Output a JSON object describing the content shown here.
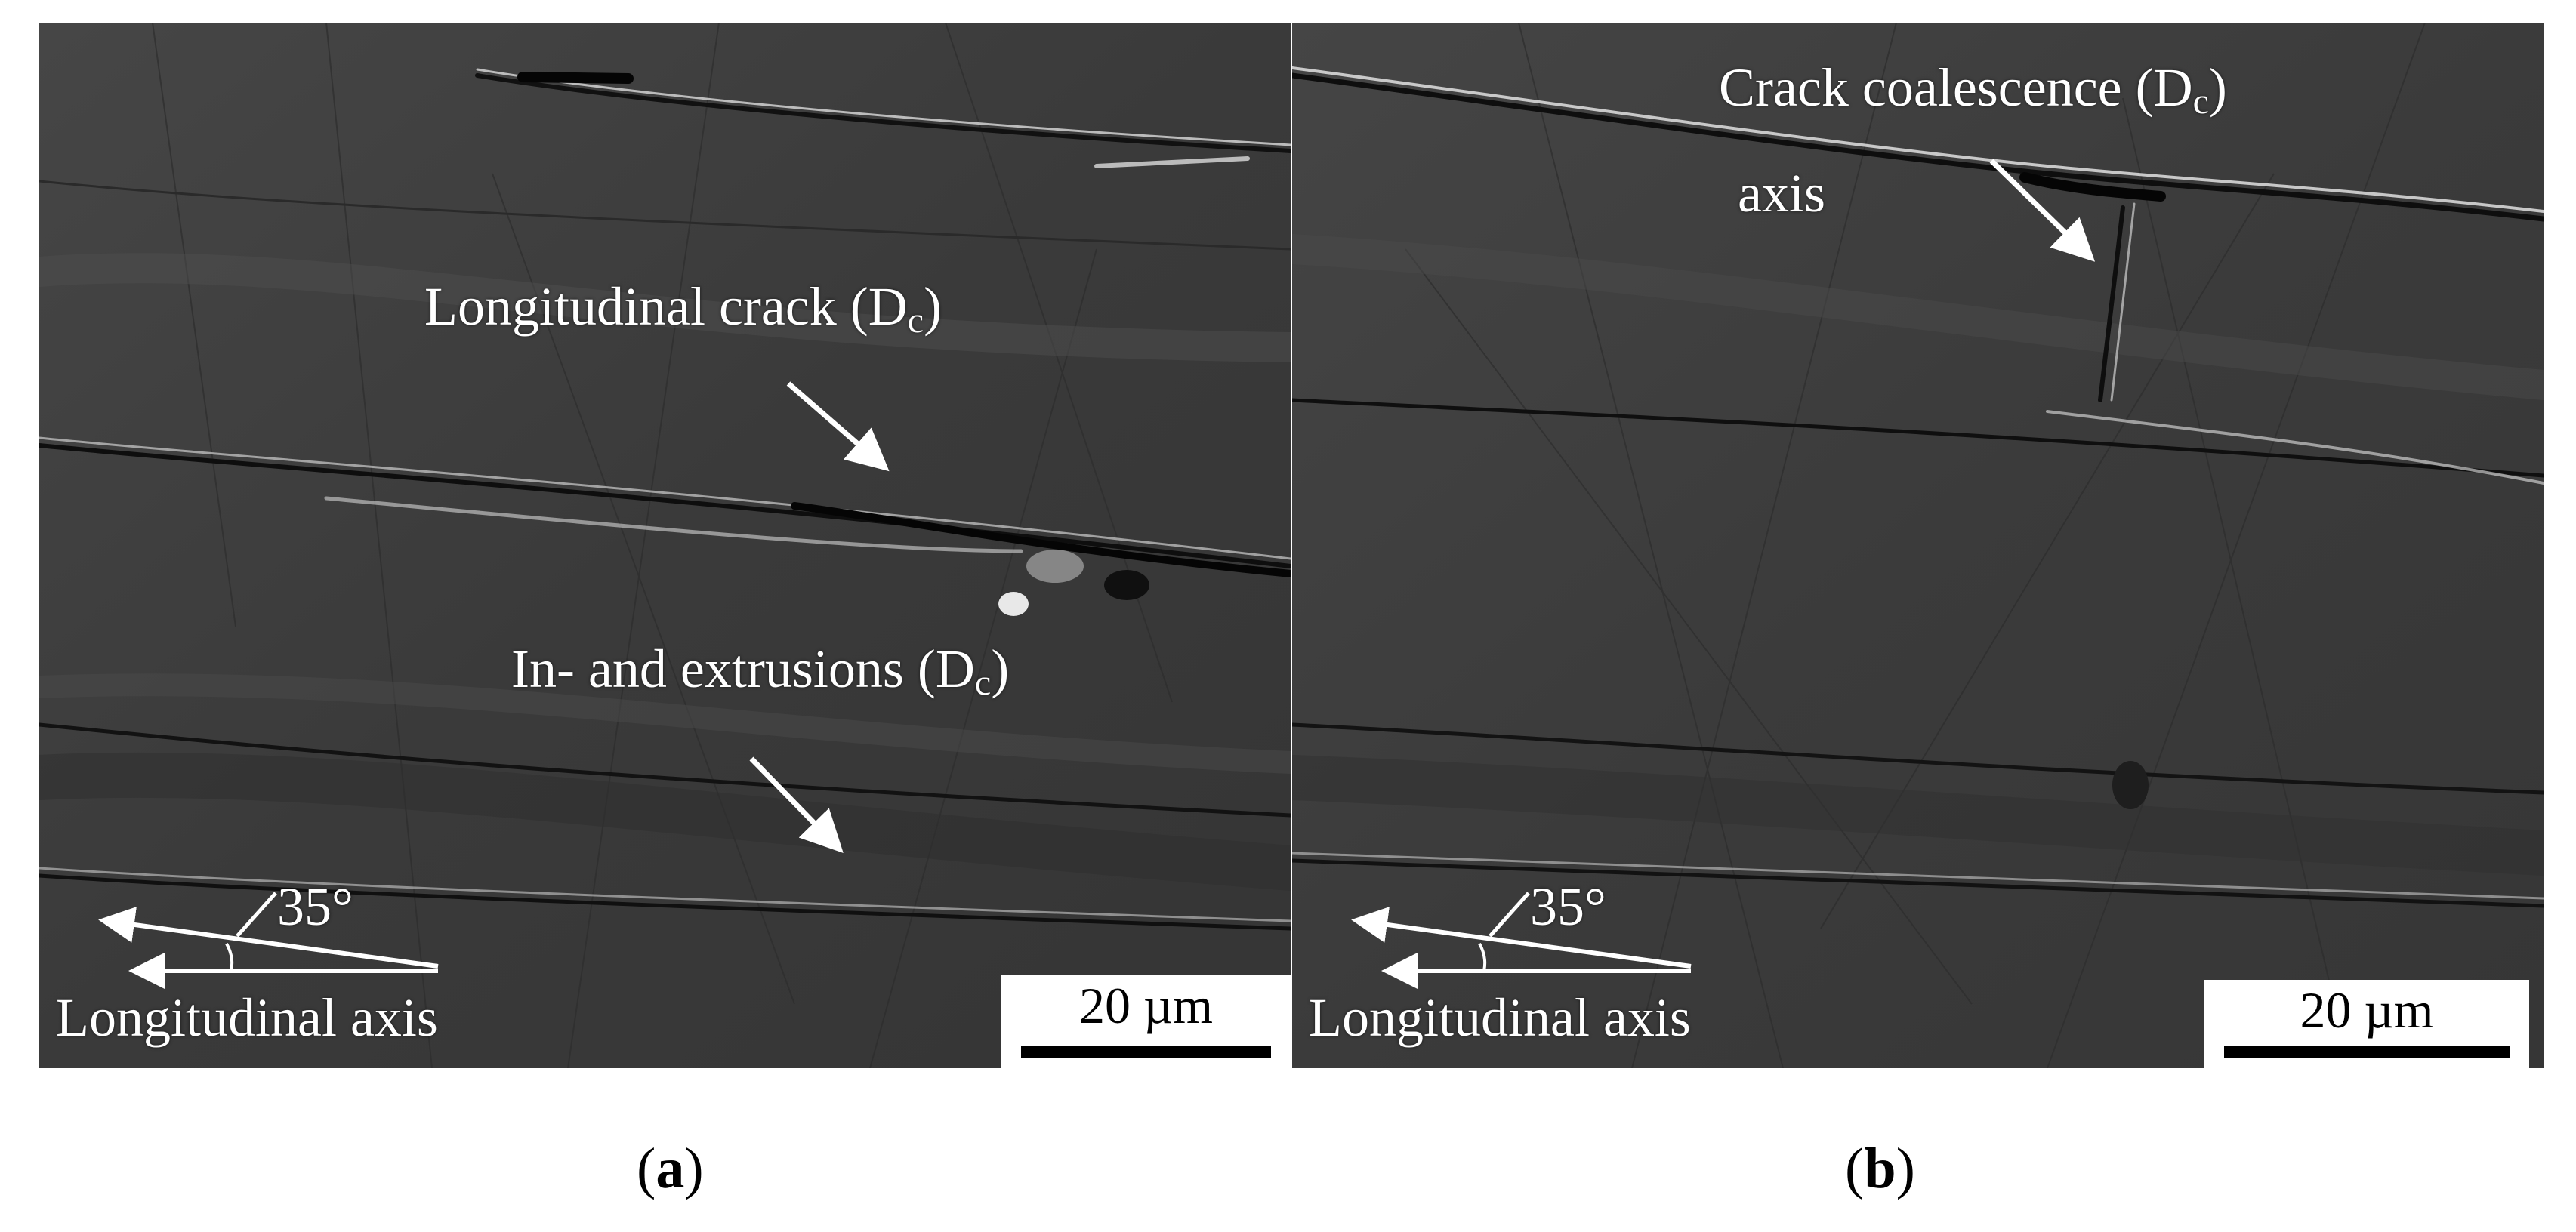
{
  "panels": [
    {
      "id": "a",
      "labels": {
        "longitudinal_crack": "Longitudinal crack (D",
        "in_extrusions": "In- and extrusions (D",
        "sub_c": "c",
        "close_paren": ")",
        "angle": "35°",
        "axis": "Longitudinal axis"
      },
      "scale_bar": "20 µm",
      "caption_open": "(",
      "caption_letter": "a",
      "caption_close": ")"
    },
    {
      "id": "b",
      "labels": {
        "crack_coalescence": "Crack coalescence (D",
        "sub_c": "c",
        "close_paren": ")",
        "axis_word": "axis",
        "angle": "35°",
        "axis": "Longitudinal axis"
      },
      "scale_bar": "20 µm",
      "caption_open": "(",
      "caption_letter": "b",
      "caption_close": ")"
    }
  ],
  "colors": {
    "background": "#3c3c3c",
    "annotation": "#ffffff",
    "scale_bar_bg": "#ffffff",
    "scale_bar_ink": "#000000"
  }
}
